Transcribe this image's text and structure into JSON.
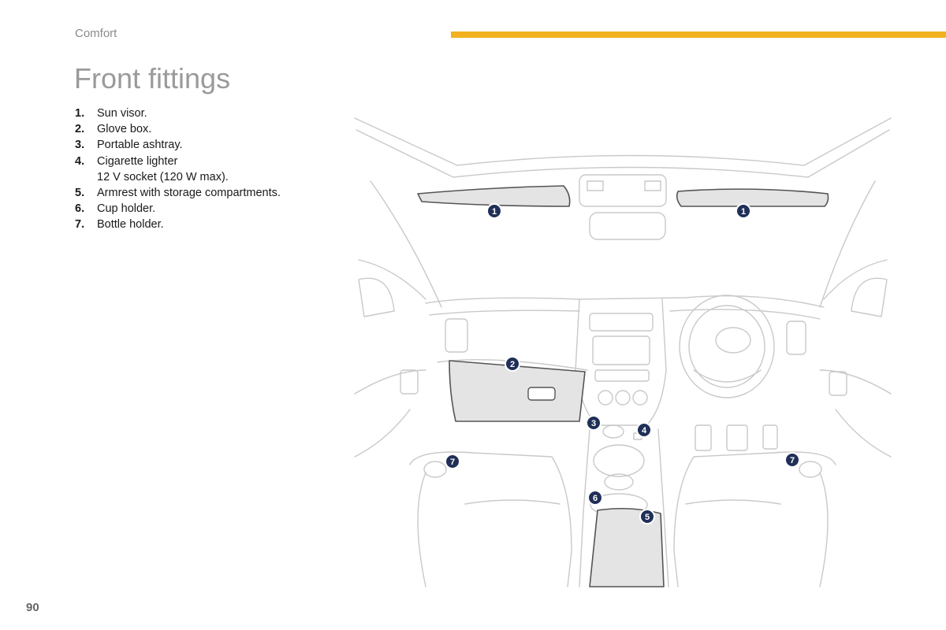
{
  "header": {
    "section": "Comfort",
    "accent_color": "#f2b21f"
  },
  "title": "Front fittings",
  "legend": [
    {
      "num": "1.",
      "text": "Sun visor."
    },
    {
      "num": "2.",
      "text": "Glove box."
    },
    {
      "num": "3.",
      "text": "Portable ashtray."
    },
    {
      "num": "4.",
      "text": "Cigarette lighter\n12 V socket (120 W max)."
    },
    {
      "num": "5.",
      "text": "Armrest with storage compartments."
    },
    {
      "num": "6.",
      "text": "Cup holder."
    },
    {
      "num": "7.",
      "text": "Bottle holder."
    }
  ],
  "illustration": {
    "callouts": [
      "1",
      "1",
      "2",
      "3",
      "4",
      "7",
      "6",
      "5",
      "7"
    ],
    "callout_color": "#1f2f57"
  },
  "page_number": "90"
}
